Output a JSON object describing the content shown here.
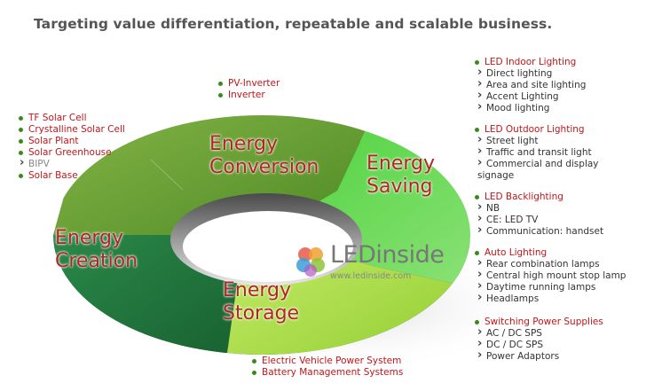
{
  "title": "Targeting value differentiation, repeatable and scalable business.",
  "segments": {
    "creation": [
      "Energy",
      "Creation"
    ],
    "conversion": [
      "Energy",
      "Conversion"
    ],
    "saving": [
      "Energy",
      "Saving"
    ],
    "storage": [
      "Energy",
      "Storage"
    ]
  },
  "creation_list": {
    "items": [
      "TF Solar Cell",
      "Crystalline Solar Cell",
      "Solar Plant",
      "Solar Greenhouse"
    ],
    "sub": [
      "BIPV"
    ],
    "last": "Solar Base"
  },
  "conversion_list": [
    "PV-Inverter",
    "Inverter"
  ],
  "storage_list": [
    "Electric Vehicle Power System",
    "Battery Management Systems"
  ],
  "saving_groups": [
    {
      "heading": "LED Indoor Lighting",
      "items": [
        "Direct lighting",
        "Area and site lighting",
        "Accent Lighting",
        "Mood lighting"
      ]
    },
    {
      "heading": "LED Outdoor Lighting",
      "items": [
        "Street light",
        "Traffic and transit light",
        "Commercial and display"
      ],
      "wrap": "signage"
    },
    {
      "heading": "LED Backlighting",
      "items": [
        "NB",
        "CE: LED TV",
        "Communication: handset"
      ]
    },
    {
      "heading": "Auto Lighting",
      "items": [
        "Rear combination lamps",
        "Central high mount stop lamp",
        "Daytime running lamps",
        "Headlamps"
      ]
    },
    {
      "heading": "Switching Power Supplies",
      "items": [
        "AC / DC SPS",
        "DC / DC SPS",
        "Power Adaptors"
      ]
    }
  ],
  "logo": {
    "brand": "LEDinside",
    "url": "www.ledinside.com"
  },
  "colors": {
    "creation": "#1f6e3a",
    "conversion": "#5e9a2a",
    "saving": "#4ec83a",
    "storage": "#a9de3a",
    "label": "#b32525",
    "list_red": "#c0161a"
  }
}
